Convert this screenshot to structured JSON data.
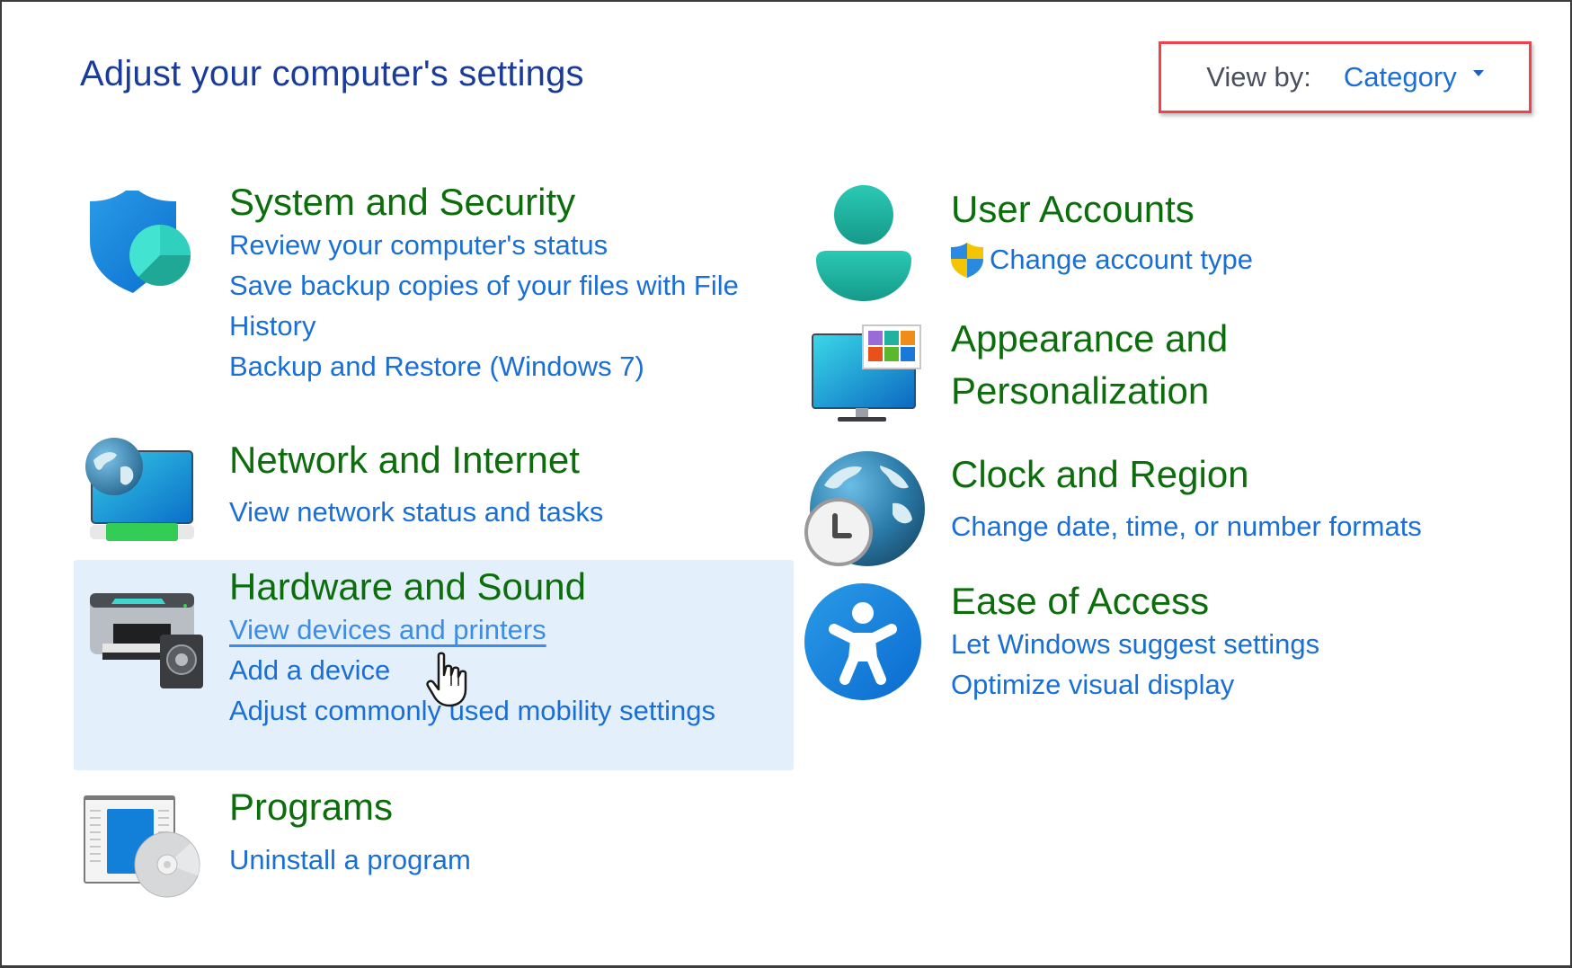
{
  "page": {
    "title": "Adjust your computer's settings",
    "view_by": {
      "label": "View by:",
      "selected": "Category",
      "highlight_color": "#f0424a"
    }
  },
  "colors": {
    "title": "#1a3b9a",
    "category_title": "#0b6e0b",
    "link": "#1a6fd6",
    "hover_bg": "#e3f0fc"
  },
  "categories": {
    "system_security": {
      "title": "System and Security",
      "icon": "shield-icon",
      "links": [
        "Review your computer's status",
        "Save backup copies of your files with File History",
        "Backup and Restore (Windows 7)"
      ]
    },
    "network_internet": {
      "title": "Network and Internet",
      "icon": "network-icon",
      "links": [
        "View network status and tasks"
      ]
    },
    "hardware_sound": {
      "title": "Hardware and Sound",
      "icon": "printer-speaker-icon",
      "hovered": true,
      "links": [
        "View devices and printers",
        "Add a device",
        "Adjust commonly used mobility settings"
      ]
    },
    "programs": {
      "title": "Programs",
      "icon": "programs-icon",
      "links": [
        "Uninstall a program"
      ]
    },
    "user_accounts": {
      "title": "User Accounts",
      "icon": "user-icon",
      "links": [
        "Change account type"
      ]
    },
    "appearance": {
      "title_line1": "Appearance and",
      "title_line2": "Personalization",
      "icon": "monitor-tiles-icon",
      "links": []
    },
    "clock_region": {
      "title": "Clock and Region",
      "icon": "globe-clock-icon",
      "links": [
        "Change date, time, or number formats"
      ]
    },
    "ease_access": {
      "title": "Ease of Access",
      "icon": "accessibility-icon",
      "links": [
        "Let Windows suggest settings",
        "Optimize visual display"
      ]
    }
  }
}
